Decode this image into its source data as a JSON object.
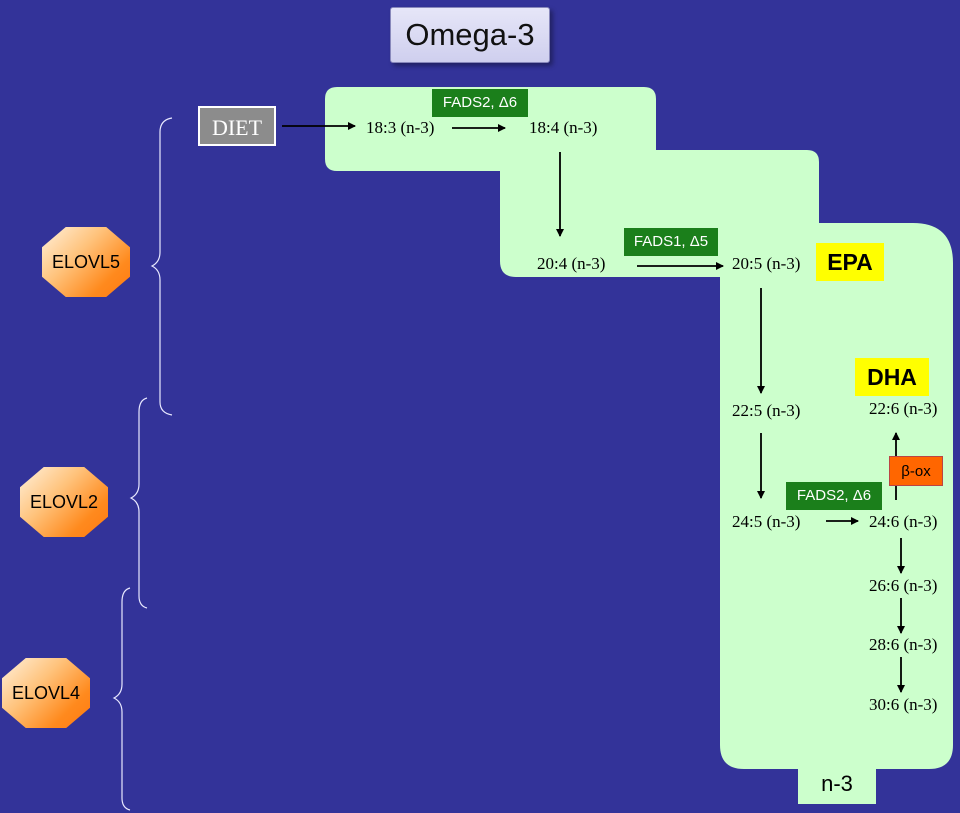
{
  "title": "Omega-3",
  "diet": "DIET",
  "family_label": "n-3",
  "acids": {
    "a18_3": "18:3 (n-3)",
    "a18_4": "18:4 (n-3)",
    "a20_4": "20:4 (n-3)",
    "a20_5": "20:5 (n-3)",
    "a22_5": "22:5 (n-3)",
    "a22_6": "22:6 (n-3)",
    "a24_5": "24:5 (n-3)",
    "a24_6": "24:6 (n-3)",
    "a26_6": "26:6 (n-3)",
    "a28_6": "28:6 (n-3)",
    "a30_6": "30:6 (n-3)"
  },
  "enzymes": {
    "fads2_a": "FADS2, Δ6",
    "fads1": "FADS1, Δ5",
    "fads2_b": "FADS2, Δ6",
    "beta_ox": "β-ox"
  },
  "products": {
    "epa": "EPA",
    "dha": "DHA"
  },
  "elongases": [
    "ELOVL5",
    "ELOVL2",
    "ELOVL4"
  ],
  "colors": {
    "background": "#333399",
    "pathway_region": "#ccffcc",
    "enzyme_box": "#1b7f1b",
    "product_highlight": "#ffff00",
    "beta_ox_box": "#ff6600",
    "elongase_octagon": "#ff8a1e"
  }
}
